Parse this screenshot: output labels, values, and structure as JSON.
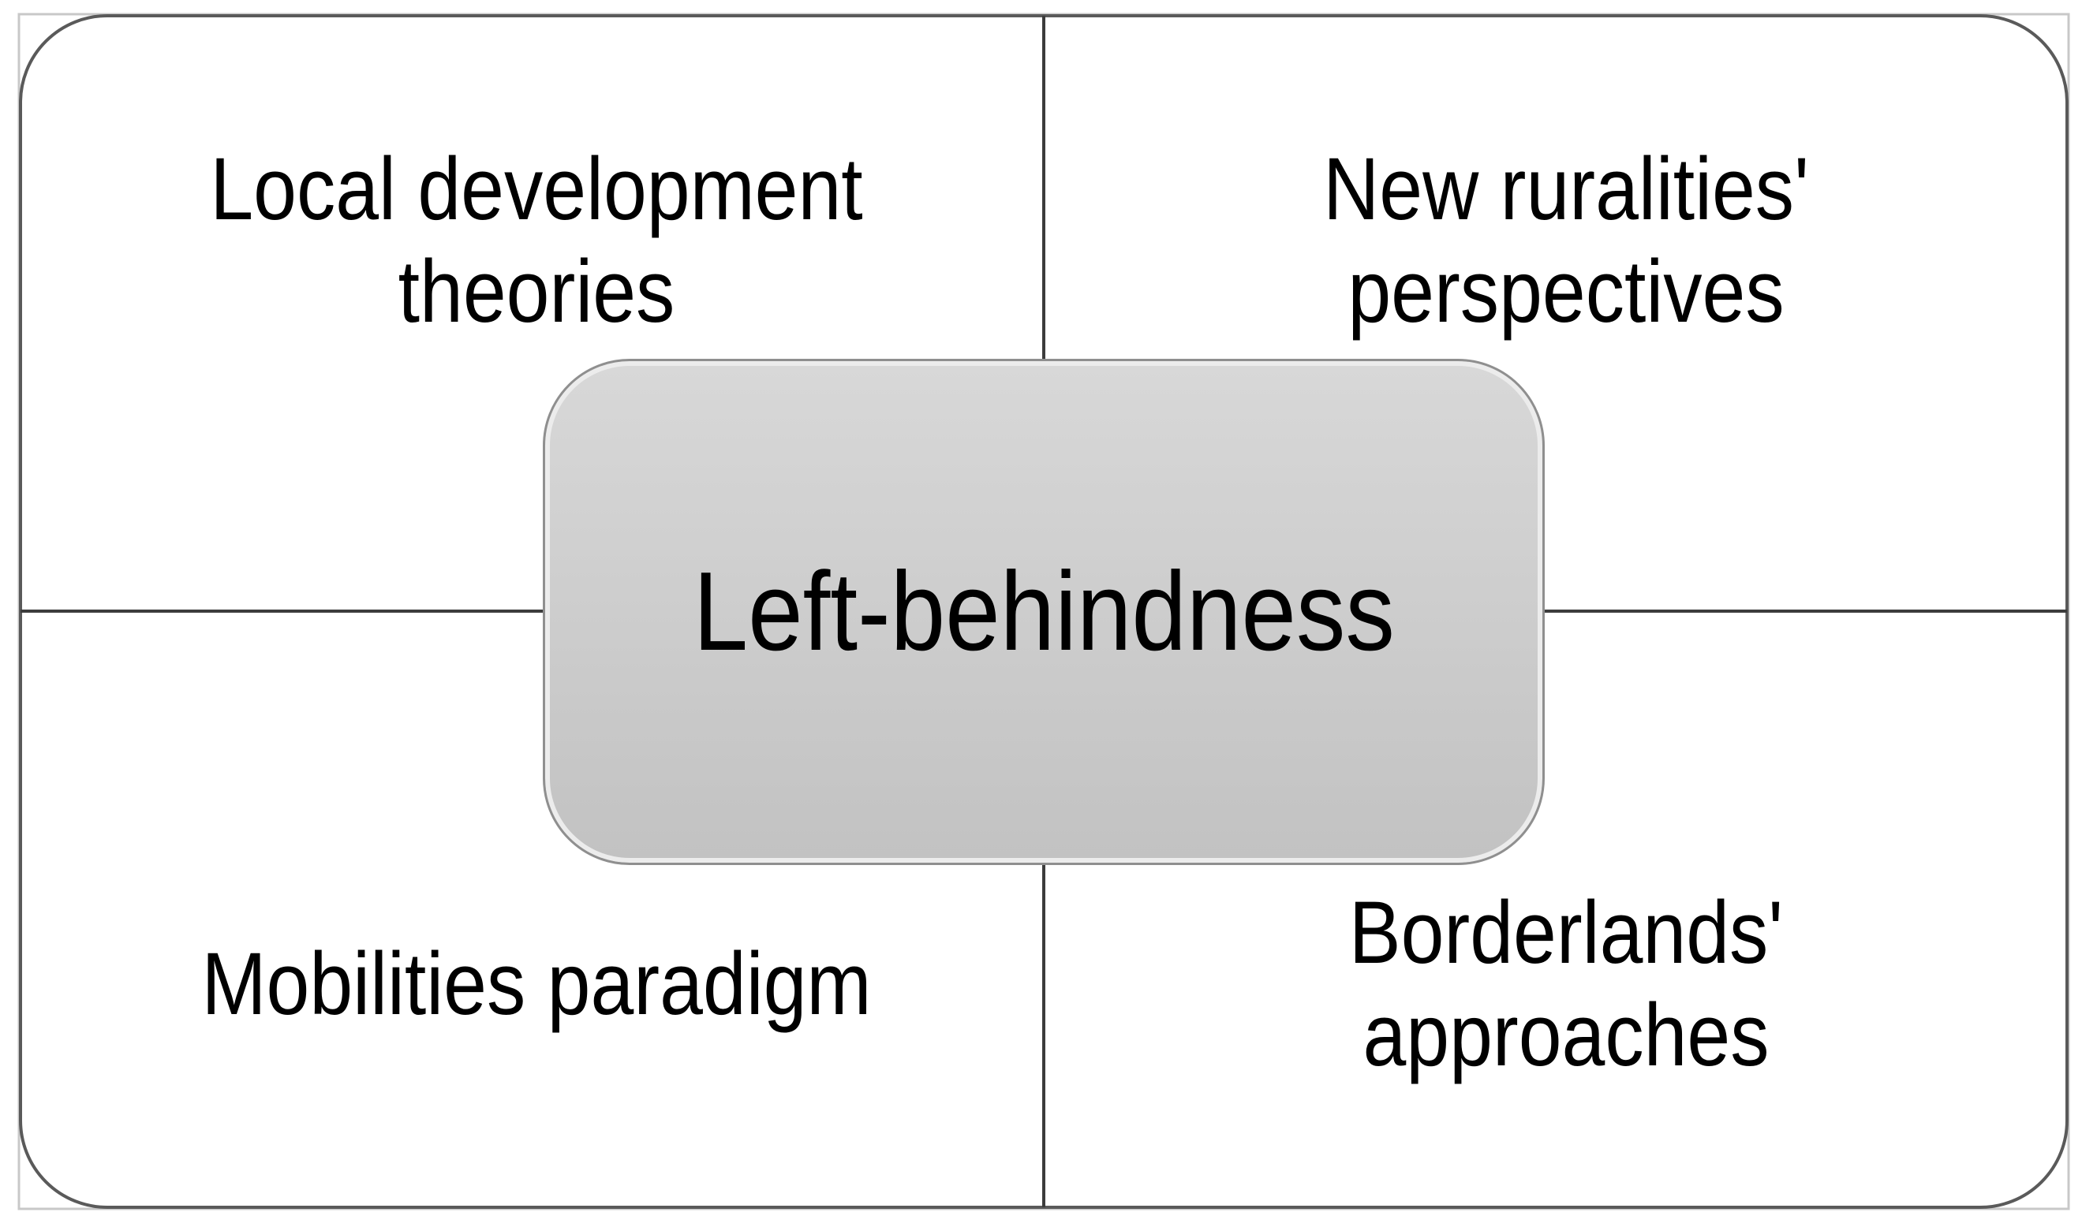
{
  "diagram": {
    "center": "Left-behindness",
    "quadrants": {
      "top_left": "Local development\ntheories",
      "top_right": "New ruralities'\nperspectives",
      "bottom_left": "Mobilities paradigm",
      "bottom_right": "Borderlands' approaches"
    }
  },
  "colors": {
    "border": "#4d4d4d",
    "center_fill_top": "#d8d8d8",
    "center_fill_bottom": "#c2c2c2",
    "text": "#000000"
  }
}
